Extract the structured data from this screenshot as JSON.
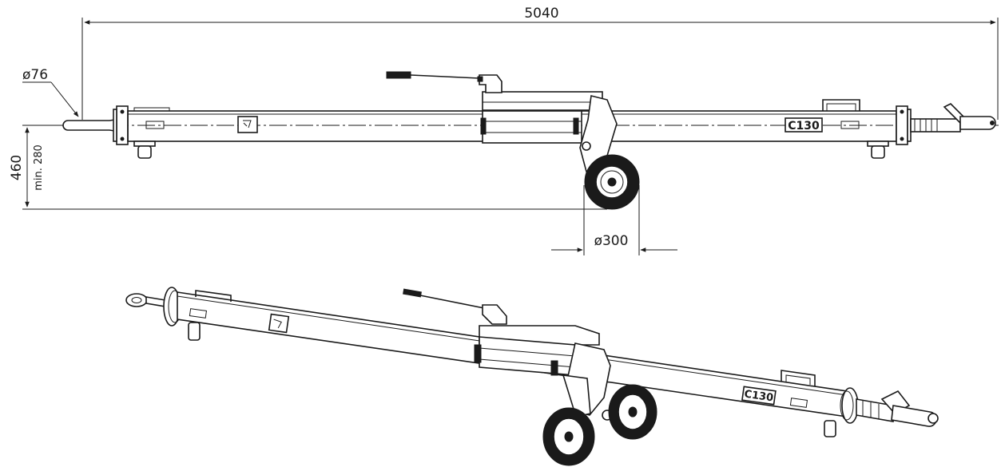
{
  "dimensions": {
    "overall_length": "5040",
    "hook_diameter": "ø76",
    "height": "460",
    "min_height": "min. 280",
    "wheel_diameter": "ø300"
  },
  "plate_label": "C130"
}
